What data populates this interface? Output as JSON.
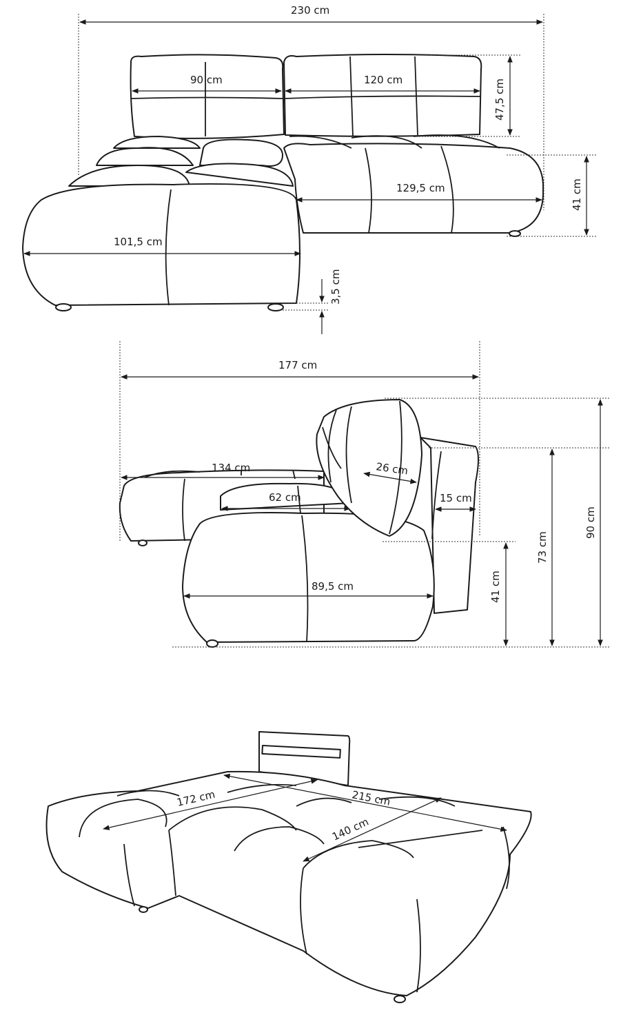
{
  "front_view": {
    "total_width": "230 cm",
    "backrest_left": "90 cm",
    "backrest_right": "120 cm",
    "backrest_height": "47,5 cm",
    "seat_height": "41 cm",
    "seat_right_width": "129,5 cm",
    "chaise_width": "101,5 cm",
    "leg_height": "3,5 cm"
  },
  "side_view": {
    "total_depth": "177 cm",
    "chaise_depth": "134 cm",
    "headrest_depth": "26 cm",
    "seat_depth": "62 cm",
    "back_depth": "15 cm",
    "front_depth": "89,5 cm",
    "seat_height": "41 cm",
    "back_height": "73 cm",
    "total_height": "90 cm"
  },
  "bed_view": {
    "bed_width": "172 cm",
    "bed_length": "215 cm",
    "bed_depth": "140 cm"
  }
}
